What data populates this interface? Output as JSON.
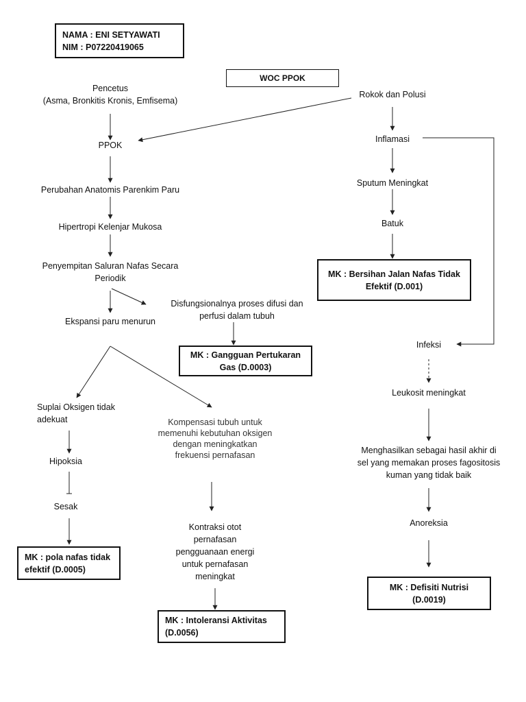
{
  "header": {
    "name_line": "NAMA : ENI SETYAWATI",
    "nim_line": "NIM : P07220419065"
  },
  "title": "WOC PPOK",
  "nodes": {
    "pencetus_1": "Pencetus",
    "pencetus_2": "(Asma, Bronkitis Kronis, Emfisema)",
    "rokok": "Rokok dan Polusi",
    "ppok": "PPOK",
    "inflamasi": "Inflamasi",
    "perubahan": "Perubahan Anatomis Parenkim Paru",
    "sputum": "Sputum Meningkat",
    "hipertropi": "Hipertropi Kelenjar Mukosa",
    "batuk": "Batuk",
    "penyempitan_1": "Penyempitan Saluran Nafas Secara",
    "penyempitan_2": "Periodik",
    "ekspansi": "Ekspansi paru menurun",
    "disfungsi_1": "Disfungsionalnya proses difusi dan",
    "disfungsi_2": "perfusi dalam tubuh",
    "infeksi": "Infeksi",
    "suplai_1": "Suplai Oksigen tidak",
    "suplai_2": "adekuat",
    "kompensasi_1": "Kompensasi tubuh untuk",
    "kompensasi_2": "memenuhi kebutuhan oksigen",
    "kompensasi_3": "dengan meningkatkan",
    "kompensasi_4": "frekuensi pernafasan",
    "leukosit": "Leukosit meningkat",
    "menghasilkan_1": "Menghasilkan sebagai hasil akhir di",
    "menghasilkan_2": "sel yang memakan proses fagositosis",
    "menghasilkan_3": "kuman yang tidak baik",
    "hipoksia": "Hipoksia",
    "sesak": "Sesak",
    "kontraksi_1": "Kontraksi otot",
    "kontraksi_2": "pernafasan",
    "kontraksi_3": "pengguanaan energi",
    "kontraksi_4": "untuk pernafasan",
    "kontraksi_5": "meningkat",
    "anoreksia": "Anoreksia"
  },
  "diagnoses": {
    "bersihan_1": "MK : Bersihan Jalan Nafas Tidak",
    "bersihan_2": "Efektif (D.001)",
    "gangguan_1": "MK : Gangguan Pertukaran",
    "gangguan_2": "Gas (D.0003)",
    "pola_1": "MK : pola nafas tidak",
    "pola_2": "efektif (D.0005)",
    "intoleransi_1": "MK : Intoleransi Aktivitas",
    "intoleransi_2": "(D.0056)",
    "defisit_1": "MK : Defisiti Nutrisi",
    "defisit_2": "(D.0019)"
  },
  "colors": {
    "line": "#222222",
    "text": "#111111",
    "box_border": "#111111"
  }
}
